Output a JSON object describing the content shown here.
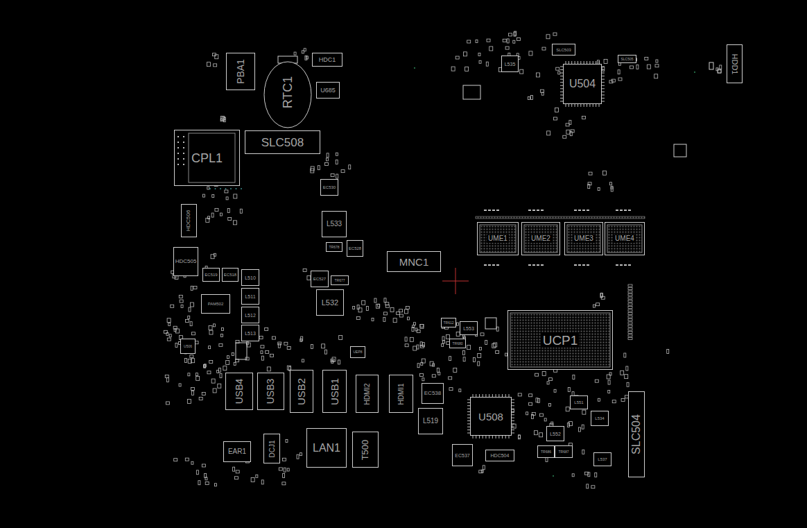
{
  "diagram": {
    "nodes": [
      {
        "text": [
          "PBA1"
        ]
      },
      {
        "text": [
          "RTC1"
        ]
      },
      {
        "text": [
          "HDC1"
        ]
      },
      {
        "text": [
          "U685"
        ]
      },
      {
        "text": [
          "CPL1"
        ]
      },
      {
        "text": [
          "SLC508"
        ]
      },
      {
        "text": [
          "HDC506"
        ]
      },
      {
        "text": [
          "HDC505"
        ]
      },
      {
        "text": [
          "EC519"
        ]
      },
      {
        "text": [
          "EC518"
        ]
      },
      {
        "text": [
          "L510"
        ]
      },
      {
        "text": [
          "L511"
        ]
      },
      {
        "text": [
          "L512"
        ]
      },
      {
        "text": [
          "L513"
        ]
      },
      {
        "text": [
          "PAM502"
        ]
      },
      {
        "text": [
          "U506"
        ]
      },
      {
        "text": [
          "EC530"
        ]
      },
      {
        "text": [
          "L533"
        ]
      },
      {
        "text": [
          "TR678"
        ]
      },
      {
        "text": [
          "EC528"
        ]
      },
      {
        "text": [
          "EC527"
        ]
      },
      {
        "text": [
          "TR677"
        ]
      },
      {
        "text": [
          "L532"
        ]
      },
      {
        "text": [
          "MNC1"
        ]
      },
      {
        "text": [
          "USB4"
        ]
      },
      {
        "text": [
          "USB3"
        ]
      },
      {
        "text": [
          "USB2"
        ]
      },
      {
        "text": [
          "USB1"
        ]
      },
      {
        "text": [
          "HDMI2"
        ]
      },
      {
        "text": [
          "HDMI1"
        ]
      },
      {
        "text": [
          "UEP8"
        ]
      },
      {
        "text": [
          "EAR1"
        ]
      },
      {
        "text": [
          "DCJ1"
        ]
      },
      {
        "text": [
          "LAN1"
        ]
      },
      {
        "text": [
          "T500"
        ]
      },
      {
        "text": [
          "L535"
        ]
      },
      {
        "text": [
          "SLC503"
        ]
      },
      {
        "text": [
          "SLC505"
        ]
      },
      {
        "text": [
          "U504"
        ]
      },
      {
        "text": [
          "HDD1"
        ]
      },
      {
        "text": [
          "UME1"
        ]
      },
      {
        "text": [
          "UME2"
        ]
      },
      {
        "text": [
          "UME3"
        ]
      },
      {
        "text": [
          "UME4"
        ]
      },
      {
        "text": [
          "UCP1"
        ]
      },
      {
        "text": [
          "L553"
        ]
      },
      {
        "text": [
          "TR612"
        ]
      },
      {
        "text": [
          "TR680"
        ]
      },
      {
        "text": [
          "EC538"
        ]
      },
      {
        "text": [
          "L519"
        ]
      },
      {
        "text": [
          "U508"
        ]
      },
      {
        "text": [
          "EC537"
        ]
      },
      {
        "text": [
          "HDC504"
        ]
      },
      {
        "text": [
          "TR686"
        ]
      },
      {
        "text": [
          "TR687"
        ]
      },
      {
        "text": [
          "L552"
        ]
      },
      {
        "text": [
          "L551"
        ]
      },
      {
        "text": [
          "L534"
        ]
      },
      {
        "text": [
          "L537"
        ]
      },
      {
        "text": [
          "SLC504"
        ]
      }
    ]
  }
}
